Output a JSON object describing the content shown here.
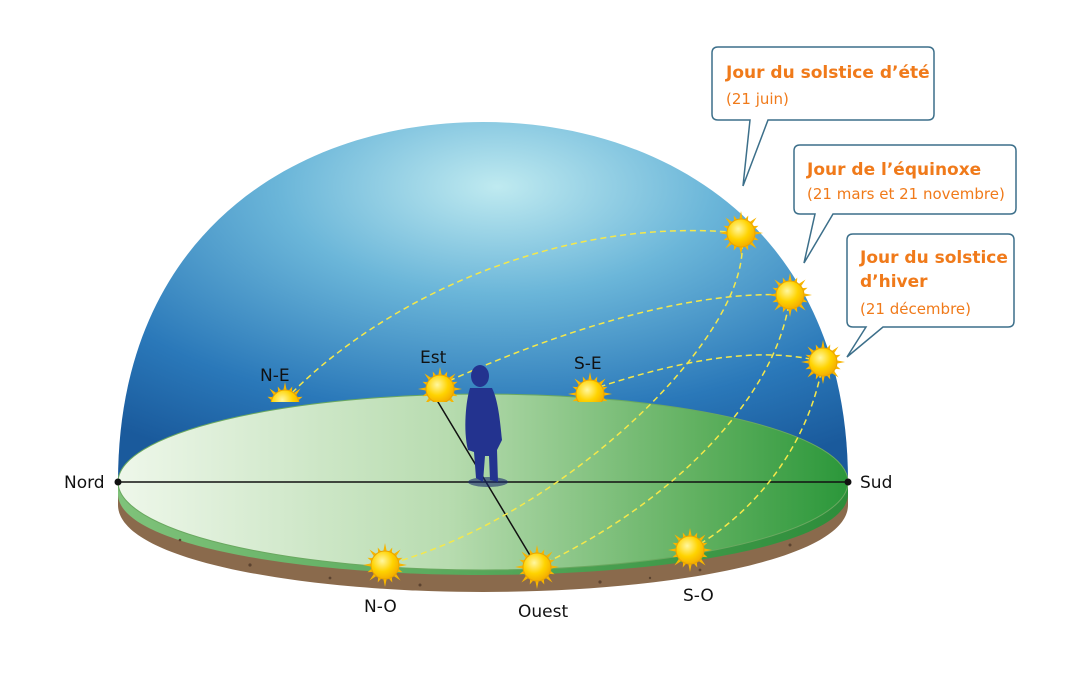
{
  "directions": {
    "north": "Nord",
    "south": "Sud",
    "east": "Est",
    "west": "Ouest",
    "northeast": "N-E",
    "southeast": "S-E",
    "northwest": "N-O",
    "southwest": "S-O"
  },
  "callouts": [
    {
      "title_line1": "Jour du solstice d’été",
      "title_line2": "",
      "date": "(21 juin)"
    },
    {
      "title_line1": "Jour de l’équinoxe",
      "title_line2": "",
      "date": "(21 mars et 21 novembre)"
    },
    {
      "title_line1": "Jour du solstice",
      "title_line2": "d’hiver",
      "date": "(21 décembre)"
    }
  ],
  "colors": {
    "callout_text": "#f07a1a",
    "sky_light": "#a9e2ea",
    "sky_dark": "#1f6cae",
    "ground_light": "#e2f1dc",
    "ground_dark": "#2f9a3c",
    "soil": "#8a6a4c",
    "sun": "#ffd400",
    "person": "#23338f",
    "path": "#f5e84a"
  }
}
